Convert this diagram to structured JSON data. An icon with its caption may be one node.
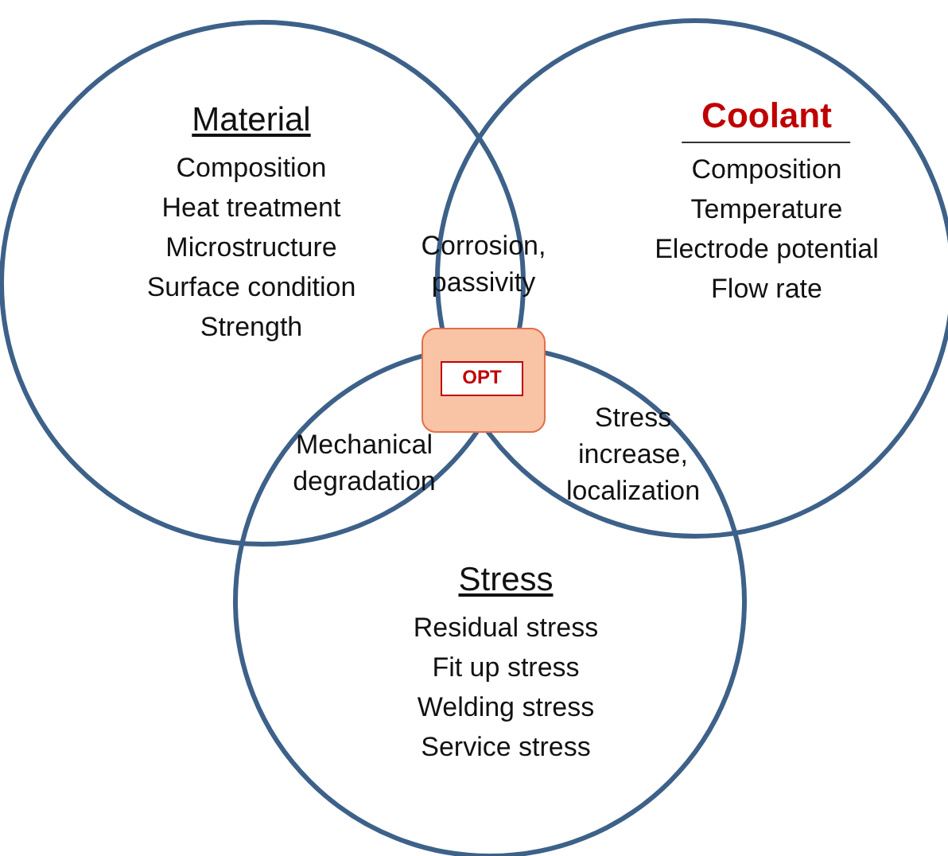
{
  "diagram": {
    "nodes": [
      {
        "text": [
          "Material",
          "Composition",
          "Heat treatment",
          "Microstructure",
          "Surface condition",
          "Strength"
        ]
      },
      {
        "text": [
          "Coolant",
          "Composition",
          "Temperature",
          "Electrode potential",
          "Flow rate"
        ]
      },
      {
        "text": [
          "Stress",
          "Residual stress",
          "Fit up stress",
          "Welding stress",
          "Service stress"
        ]
      },
      {
        "text": [
          "OPT"
        ]
      }
    ],
    "edges": [],
    "labels": [
      "Corrosion, passivity",
      "Mechanical degradation",
      "Stress increase, localization"
    ]
  }
}
